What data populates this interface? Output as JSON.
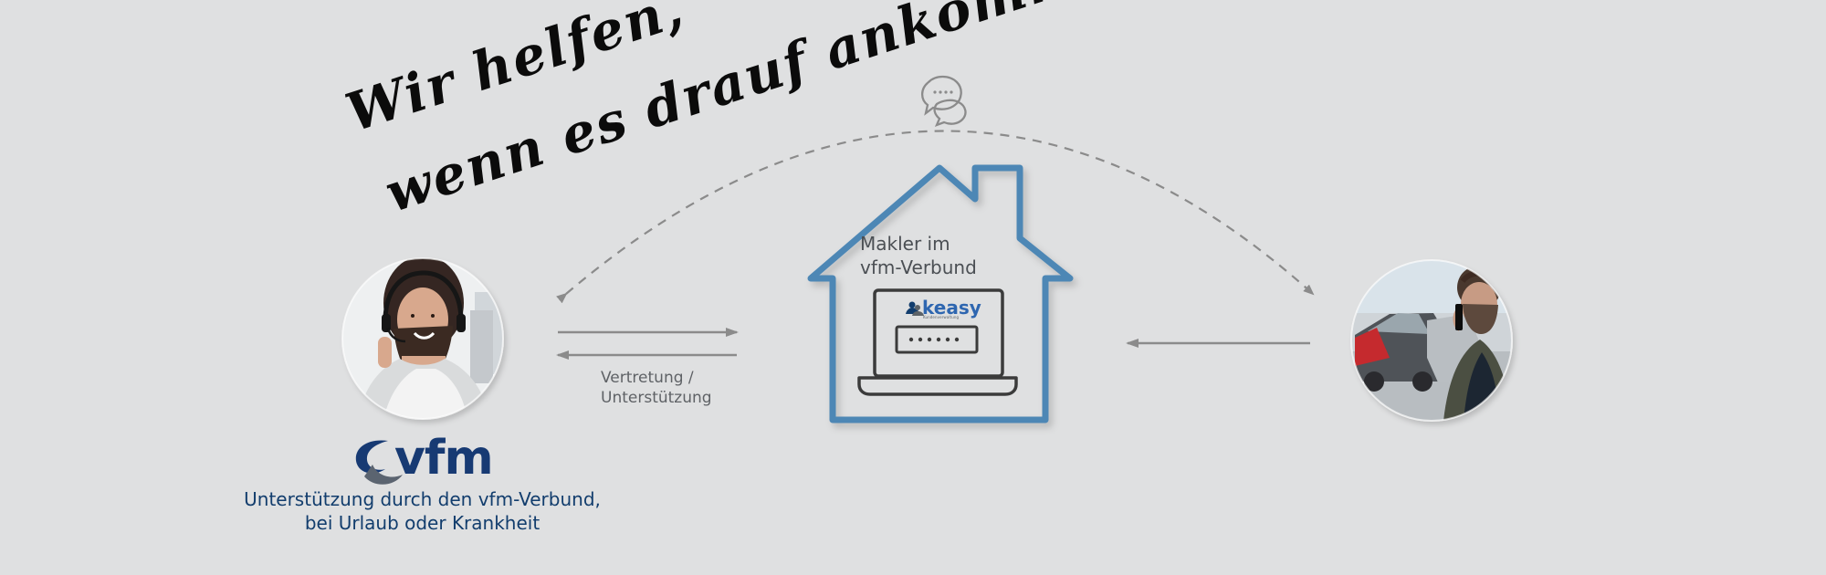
{
  "handwriting": {
    "line1": "Wir helfen,",
    "line2": "wenn es drauf ankommt!"
  },
  "house": {
    "label": "Makler im\nvfm-Verbund",
    "keasy_brand": "keasy",
    "keasy_subtext": "Kundenverwaltung",
    "password_dots": "••••••"
  },
  "arrows": {
    "label": "Vertretung /\nUnterstützung"
  },
  "left_card": {
    "logo_text": "vfm",
    "caption": "Unterstützung durch den vfm-Verbund,\nbei Urlaub oder Krankheit"
  },
  "icons": {
    "chat": "chat-bubbles-icon",
    "left_person": "agent-headset-avatar",
    "right_person": "stressed-customer-avatar",
    "vfm_logo": "vfm-logo",
    "keasy_logo": "keasy-logo"
  },
  "colors": {
    "background": "#dfe0e1",
    "house_stroke": "#4e87b5",
    "arrows": "#8b8b8b",
    "vfm_blue": "#173a73",
    "text_gray": "#4b4f54"
  }
}
